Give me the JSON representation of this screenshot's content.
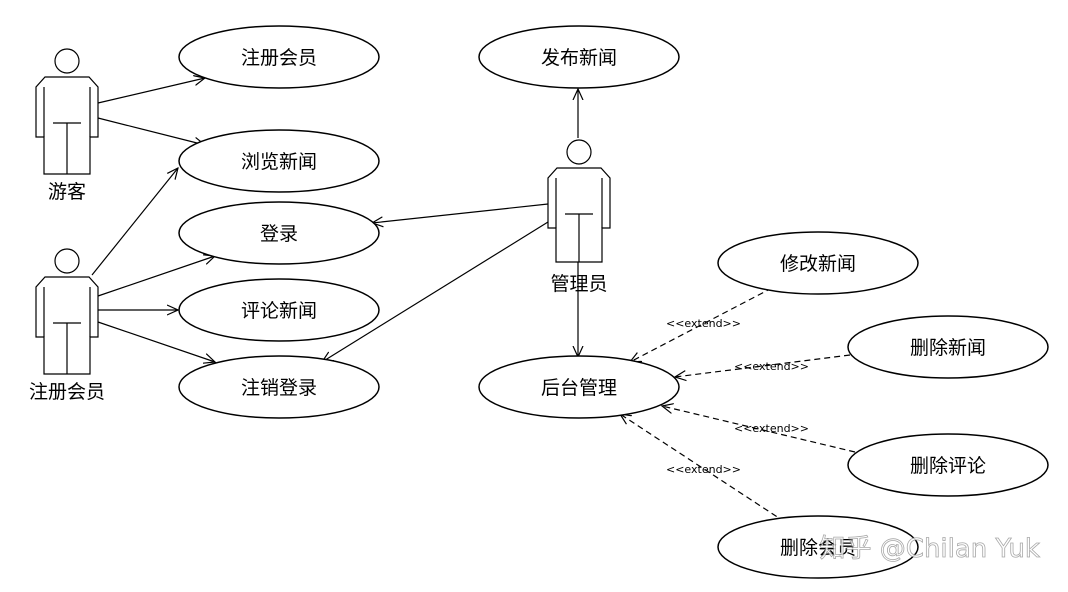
{
  "actors": {
    "guest": "游客",
    "member": "注册会员",
    "admin": "管理员"
  },
  "use_cases": {
    "register": "注册会员",
    "browse": "浏览新闻",
    "login": "登录",
    "comment": "评论新闻",
    "logout": "注销登录",
    "publish": "发布新闻",
    "backend": "后台管理",
    "edit_news": "修改新闻",
    "delete_news": "删除新闻",
    "delete_comment": "删除评论",
    "delete_member": "删除会员"
  },
  "stereotype": "<<extend>>",
  "watermark": "知乎 @Chilan Yuk"
}
